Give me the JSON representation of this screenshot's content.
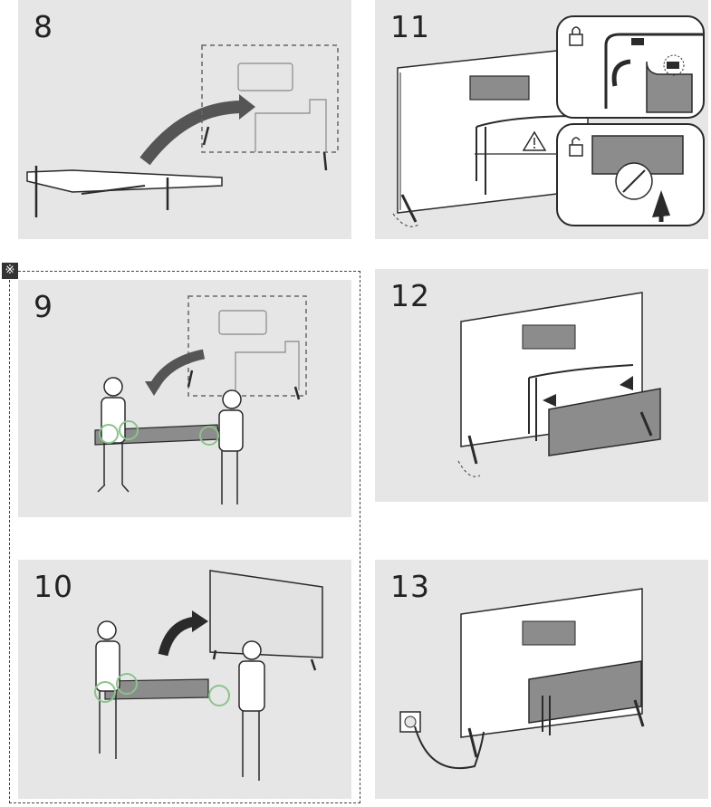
{
  "optional_marker": "※",
  "steps": [
    {
      "number": "8"
    },
    {
      "number": "11"
    },
    {
      "number": "9"
    },
    {
      "number": "12"
    },
    {
      "number": "10"
    },
    {
      "number": "13"
    }
  ],
  "colors": {
    "panel_bg": "#e6e6e6",
    "line": "#2a2a2a",
    "cover_fill": "#8c8c8c",
    "highlight_ring": "#8bc48b"
  },
  "icons": [
    "lock-closed-icon",
    "lock-open-icon",
    "warning-icon",
    "power-outlet-icon"
  ]
}
